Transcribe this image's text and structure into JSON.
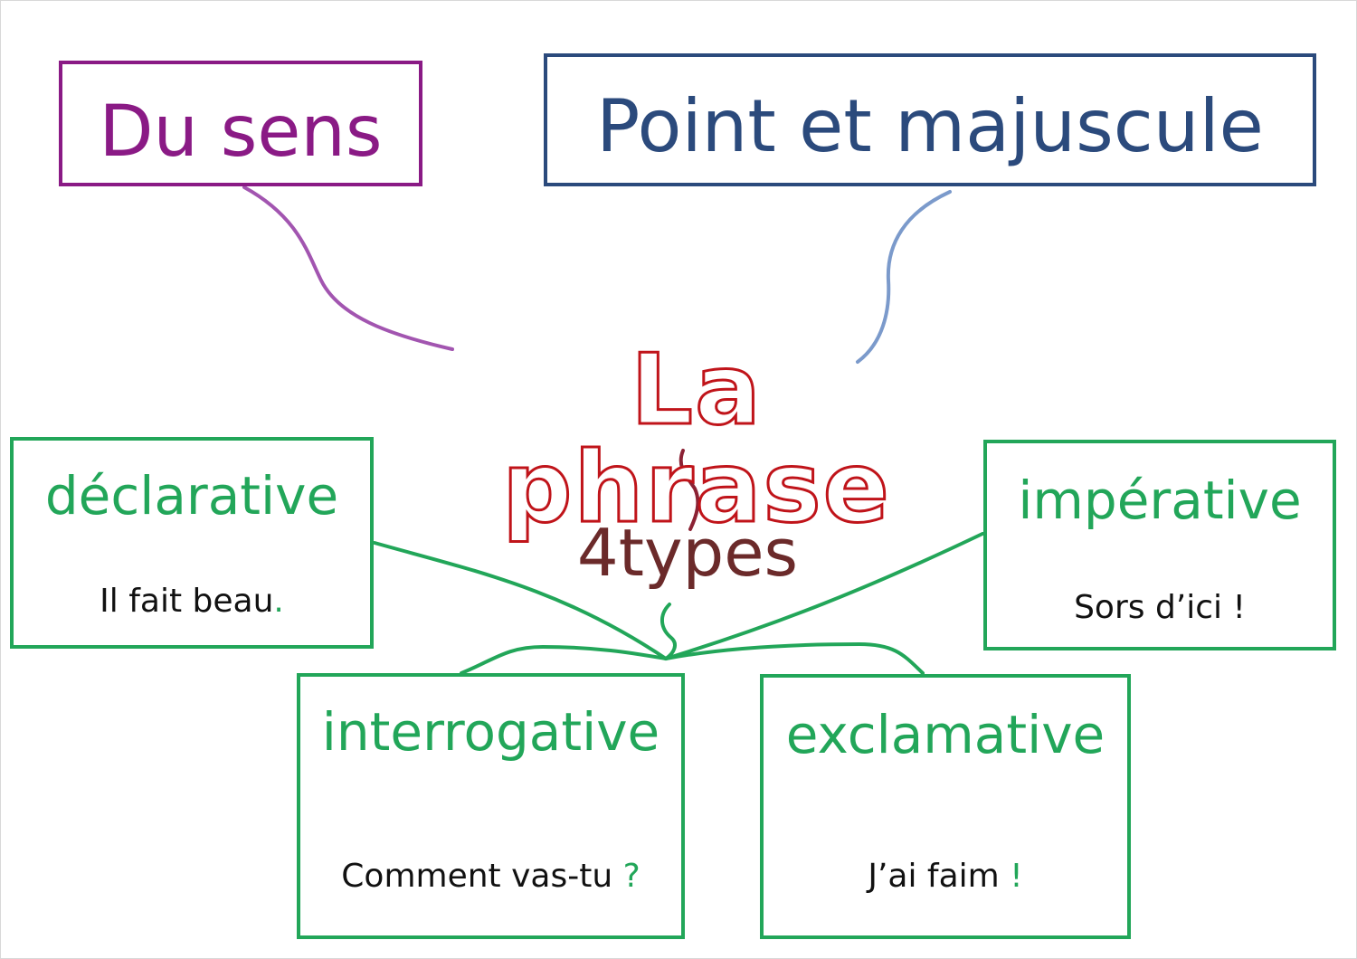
{
  "colors": {
    "purple": "#8a1a85",
    "blue": "#2b4a7c",
    "red": "#c0141a",
    "green": "#22a659",
    "brown": "#6b2a2a"
  },
  "top_boxes": {
    "left": "Du sens",
    "right": "Point et majuscule"
  },
  "center": {
    "title": "La phrase",
    "subtitle": "4types"
  },
  "types": {
    "declarative": {
      "title": "déclarative",
      "example": "Il fait beau",
      "punct": "."
    },
    "imperative": {
      "title": "impérative",
      "example": "Sors d’ici !",
      "punct": ""
    },
    "interrogative": {
      "title": "interrogative",
      "example": "Comment vas-tu ",
      "punct": "?"
    },
    "exclamative": {
      "title": "exclamative",
      "example": "J’ai faim ",
      "punct": "!"
    }
  }
}
